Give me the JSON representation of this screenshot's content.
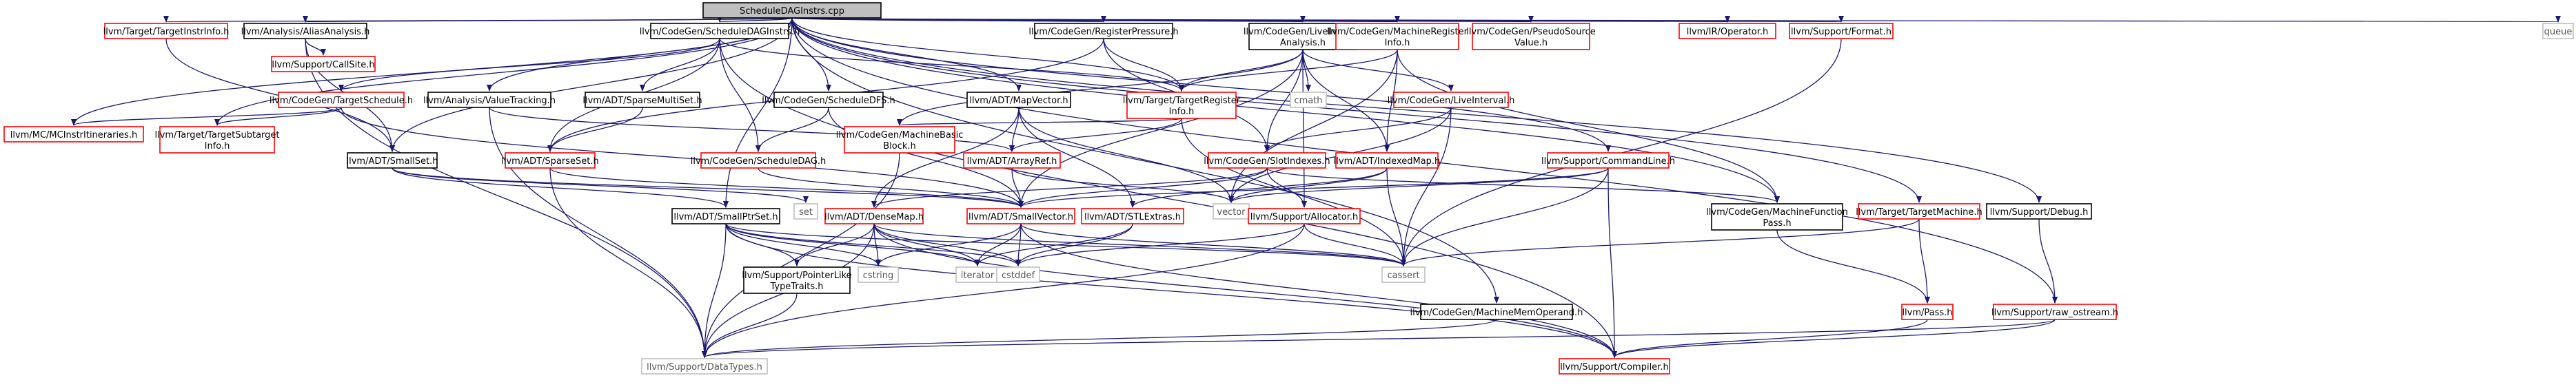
{
  "colors": {
    "edge": "#191970",
    "node_border_default": "#000000",
    "node_border_documented": "#000000",
    "node_border_undocumented": "#ff0000",
    "node_border_external": "#bfbfbf",
    "root_fill": "#bfbfbf",
    "node_fill": "#ffffff",
    "text_default": "#000000",
    "text_external": "#555555"
  },
  "nodes": {
    "root": {
      "lines": [
        "ScheduleDAGInstrs.cpp"
      ],
      "style": "root"
    },
    "target_instrinfo": {
      "lines": [
        "llvm/Target/TargetInstrInfo.h"
      ],
      "style": "red"
    },
    "alias_analysis": {
      "lines": [
        "llvm/Analysis/AliasAnalysis.h"
      ],
      "style": "black"
    },
    "callsite": {
      "lines": [
        "llvm/Support/CallSite.h"
      ],
      "style": "red"
    },
    "sched_dag_instrs_h": {
      "lines": [
        "llvm/CodeGen/ScheduleDAGInstrs.h"
      ],
      "style": "black"
    },
    "target_schedule": {
      "lines": [
        "llvm/CodeGen/TargetSchedule.h"
      ],
      "style": "red"
    },
    "value_tracking": {
      "lines": [
        "llvm/Analysis/ValueTracking.h"
      ],
      "style": "black"
    },
    "sparse_multiset": {
      "lines": [
        "llvm/ADT/SparseMultiSet.h"
      ],
      "style": "black"
    },
    "register_pressure": {
      "lines": [
        "llvm/CodeGen/RegisterPressure.h"
      ],
      "style": "black"
    },
    "schedule_dfs": {
      "lines": [
        "llvm/CodeGen/ScheduleDFS.h"
      ],
      "style": "black"
    },
    "live_interval_analysis": {
      "lines": [
        "llvm/CodeGen/LiveInterval",
        "Analysis.h"
      ],
      "style": "black"
    },
    "map_vector": {
      "lines": [
        "llvm/ADT/MapVector.h"
      ],
      "style": "black"
    },
    "target_register_info": {
      "lines": [
        "llvm/Target/TargetRegister",
        "Info.h"
      ],
      "style": "red"
    },
    "cmath": {
      "lines": [
        "cmath"
      ],
      "style": "external"
    },
    "machine_register_info": {
      "lines": [
        "llvm/CodeGen/MachineRegister",
        "Info.h"
      ],
      "style": "red"
    },
    "pseudo_source_value": {
      "lines": [
        "llvm/CodeGen/PseudoSource",
        "Value.h"
      ],
      "style": "red"
    },
    "ir_operator": {
      "lines": [
        "llvm/IR/Operator.h"
      ],
      "style": "red"
    },
    "support_format": {
      "lines": [
        "llvm/Support/Format.h"
      ],
      "style": "red"
    },
    "queue": {
      "lines": [
        "queue"
      ],
      "style": "external"
    },
    "mc_instr_itineraries": {
      "lines": [
        "llvm/MC/MCInstrItineraries.h"
      ],
      "style": "red"
    },
    "target_subtarget_info": {
      "lines": [
        "llvm/Target/TargetSubtarget",
        "Info.h"
      ],
      "style": "red"
    },
    "small_set": {
      "lines": [
        "llvm/ADT/SmallSet.h"
      ],
      "style": "black"
    },
    "sparse_set": {
      "lines": [
        "llvm/ADT/SparseSet.h"
      ],
      "style": "red"
    },
    "schedule_dag": {
      "lines": [
        "llvm/CodeGen/ScheduleDAG.h"
      ],
      "style": "red"
    },
    "machine_basic_block": {
      "lines": [
        "llvm/CodeGen/MachineBasic",
        "Block.h"
      ],
      "style": "red"
    },
    "array_ref": {
      "lines": [
        "llvm/ADT/ArrayRef.h"
      ],
      "style": "red"
    },
    "live_interval": {
      "lines": [
        "llvm/CodeGen/LiveInterval.h"
      ],
      "style": "red"
    },
    "slot_indexes": {
      "lines": [
        "llvm/CodeGen/SlotIndexes.h"
      ],
      "style": "red"
    },
    "indexed_map": {
      "lines": [
        "llvm/ADT/IndexedMap.h"
      ],
      "style": "red"
    },
    "command_line": {
      "lines": [
        "llvm/Support/CommandLine.h"
      ],
      "style": "red"
    },
    "set": {
      "lines": [
        "set"
      ],
      "style": "external"
    },
    "vector": {
      "lines": [
        "vector"
      ],
      "style": "external"
    },
    "small_ptr_set": {
      "lines": [
        "llvm/ADT/SmallPtrSet.h"
      ],
      "style": "black"
    },
    "dense_map": {
      "lines": [
        "llvm/ADT/DenseMap.h"
      ],
      "style": "red"
    },
    "small_vector": {
      "lines": [
        "llvm/ADT/SmallVector.h"
      ],
      "style": "red"
    },
    "stl_extras": {
      "lines": [
        "llvm/ADT/STLExtras.h"
      ],
      "style": "red"
    },
    "support_allocator": {
      "lines": [
        "llvm/Support/Allocator.h"
      ],
      "style": "red"
    },
    "machine_function_pass": {
      "lines": [
        "llvm/CodeGen/MachineFunction",
        "Pass.h"
      ],
      "style": "black"
    },
    "target_machine": {
      "lines": [
        "llvm/Target/TargetMachine.h"
      ],
      "style": "red"
    },
    "support_debug": {
      "lines": [
        "llvm/Support/Debug.h"
      ],
      "style": "black"
    },
    "pointer_like_type_traits": {
      "lines": [
        "llvm/Support/PointerLike",
        "TypeTraits.h"
      ],
      "style": "black"
    },
    "cstring": {
      "lines": [
        "cstring"
      ],
      "style": "external"
    },
    "iterator": {
      "lines": [
        "iterator"
      ],
      "style": "external"
    },
    "cstddef": {
      "lines": [
        "cstddef"
      ],
      "style": "external"
    },
    "cassert": {
      "lines": [
        "cassert"
      ],
      "style": "external"
    },
    "machine_mem_operand": {
      "lines": [
        "llvm/CodeGen/MachineMemOperand.h"
      ],
      "style": "black"
    },
    "pass": {
      "lines": [
        "llvm/Pass.h"
      ],
      "style": "red"
    },
    "raw_ostream": {
      "lines": [
        "llvm/Support/raw_ostream.h"
      ],
      "style": "red"
    },
    "data_types": {
      "lines": [
        "llvm/Support/DataTypes.h"
      ],
      "style": "external"
    },
    "compiler": {
      "lines": [
        "llvm/Support/Compiler.h"
      ],
      "style": "red"
    }
  },
  "edges": [
    [
      "root",
      "target_instrinfo"
    ],
    [
      "root",
      "alias_analysis"
    ],
    [
      "root",
      "sched_dag_instrs_h"
    ],
    [
      "root",
      "value_tracking"
    ],
    [
      "root",
      "register_pressure"
    ],
    [
      "root",
      "schedule_dfs"
    ],
    [
      "root",
      "live_interval_analysis"
    ],
    [
      "root",
      "map_vector"
    ],
    [
      "root",
      "target_register_info"
    ],
    [
      "root",
      "machine_register_info"
    ],
    [
      "root",
      "pseudo_source_value"
    ],
    [
      "root",
      "ir_operator"
    ],
    [
      "root",
      "support_format"
    ],
    [
      "root",
      "queue"
    ],
    [
      "root",
      "mc_instr_itineraries"
    ],
    [
      "root",
      "target_subtarget_info"
    ],
    [
      "root",
      "small_set"
    ],
    [
      "root",
      "small_ptr_set"
    ],
    [
      "root",
      "command_line"
    ],
    [
      "root",
      "machine_function_pass"
    ],
    [
      "root",
      "target_machine"
    ],
    [
      "root",
      "support_debug"
    ],
    [
      "root",
      "raw_ostream"
    ],
    [
      "root",
      "machine_mem_operand"
    ],
    [
      "alias_analysis",
      "callsite"
    ],
    [
      "alias_analysis",
      "small_set"
    ],
    [
      "alias_analysis",
      "data_types"
    ],
    [
      "target_instrinfo",
      "small_set"
    ],
    [
      "sched_dag_instrs_h",
      "target_schedule"
    ],
    [
      "sched_dag_instrs_h",
      "sparse_multiset"
    ],
    [
      "sched_dag_instrs_h",
      "sparse_set"
    ],
    [
      "sched_dag_instrs_h",
      "schedule_dag"
    ],
    [
      "sched_dag_instrs_h",
      "target_register_info"
    ],
    [
      "sched_dag_instrs_h",
      "compiler"
    ],
    [
      "target_schedule",
      "mc_instr_itineraries"
    ],
    [
      "target_schedule",
      "target_subtarget_info"
    ],
    [
      "target_schedule",
      "small_vector"
    ],
    [
      "value_tracking",
      "array_ref"
    ],
    [
      "value_tracking",
      "data_types"
    ],
    [
      "sparse_multiset",
      "sparse_set"
    ],
    [
      "register_pressure",
      "sparse_set"
    ],
    [
      "register_pressure",
      "target_register_info"
    ],
    [
      "register_pressure",
      "slot_indexes"
    ],
    [
      "schedule_dfs",
      "schedule_dag"
    ],
    [
      "schedule_dfs",
      "bit_vector_placeholder"
    ],
    [
      "schedule_dfs",
      "small_vector"
    ],
    [
      "live_interval_analysis",
      "target_register_info"
    ],
    [
      "live_interval_analysis",
      "cmath"
    ],
    [
      "live_interval_analysis",
      "live_interval"
    ],
    [
      "live_interval_analysis",
      "indexed_map"
    ],
    [
      "live_interval_analysis",
      "slot_indexes"
    ],
    [
      "live_interval_analysis",
      "machine_basic_block"
    ],
    [
      "live_interval_analysis",
      "support_allocator"
    ],
    [
      "live_interval_analysis",
      "small_vector"
    ],
    [
      "map_vector",
      "array_ref"
    ],
    [
      "map_vector",
      "dense_map"
    ],
    [
      "map_vector",
      "stl_extras"
    ],
    [
      "map_vector",
      "vector"
    ],
    [
      "target_register_info",
      "array_ref"
    ],
    [
      "target_register_info",
      "machine_basic_block"
    ],
    [
      "target_register_info",
      "cassert"
    ],
    [
      "machine_register_info",
      "target_register_info"
    ],
    [
      "machine_register_info",
      "indexed_map"
    ],
    [
      "machine_register_info",
      "vector"
    ],
    [
      "machine_register_info",
      "machine_function_pass"
    ],
    [
      "support_format",
      "cassert"
    ],
    [
      "small_set",
      "small_ptr_set"
    ],
    [
      "small_set",
      "small_vector"
    ],
    [
      "small_set",
      "set"
    ],
    [
      "sparse_set",
      "small_vector"
    ],
    [
      "sparse_set",
      "data_types"
    ],
    [
      "schedule_dag",
      "small_vector"
    ],
    [
      "machine_basic_block",
      "data_types"
    ],
    [
      "array_ref",
      "small_vector"
    ],
    [
      "array_ref",
      "vector"
    ],
    [
      "live_interval",
      "slot_indexes"
    ],
    [
      "live_interval",
      "cassert"
    ],
    [
      "live_interval",
      "vector"
    ],
    [
      "slot_indexes",
      "dense_map"
    ],
    [
      "slot_indexes",
      "small_vector"
    ],
    [
      "slot_indexes",
      "support_allocator"
    ],
    [
      "slot_indexes",
      "machine_function_pass"
    ],
    [
      "indexed_map",
      "stl_extras"
    ],
    [
      "indexed_map",
      "cassert"
    ],
    [
      "indexed_map",
      "vector"
    ],
    [
      "command_line",
      "small_vector"
    ],
    [
      "command_line",
      "cassert"
    ],
    [
      "command_line",
      "compiler"
    ],
    [
      "command_line",
      "vector"
    ],
    [
      "small_ptr_set",
      "pointer_like_type_traits"
    ],
    [
      "small_ptr_set",
      "cstring"
    ],
    [
      "small_ptr_set",
      "iterator"
    ],
    [
      "small_ptr_set",
      "cstddef"
    ],
    [
      "small_ptr_set",
      "cassert"
    ],
    [
      "small_ptr_set",
      "compiler"
    ],
    [
      "small_ptr_set",
      "data_types"
    ],
    [
      "dense_map",
      "pointer_like_type_traits"
    ],
    [
      "dense_map",
      "iterator"
    ],
    [
      "dense_map",
      "cstring"
    ],
    [
      "dense_map",
      "cassert"
    ],
    [
      "dense_map",
      "cstddef"
    ],
    [
      "dense_map",
      "compiler"
    ],
    [
      "dense_map",
      "data_types"
    ],
    [
      "small_vector",
      "cstring"
    ],
    [
      "small_vector",
      "iterator"
    ],
    [
      "small_vector",
      "cstddef"
    ],
    [
      "small_vector",
      "cassert"
    ],
    [
      "small_vector",
      "compiler"
    ],
    [
      "stl_extras",
      "cstddef"
    ],
    [
      "stl_extras",
      "iterator"
    ],
    [
      "support_allocator",
      "cstddef"
    ],
    [
      "support_allocator",
      "cassert"
    ],
    [
      "support_allocator",
      "data_types"
    ],
    [
      "pointer_like_type_traits",
      "data_types"
    ],
    [
      "machine_function_pass",
      "pass"
    ],
    [
      "target_machine",
      "pass"
    ],
    [
      "target_machine",
      "cassert"
    ],
    [
      "support_debug",
      "raw_ostream"
    ],
    [
      "raw_ostream",
      "compiler"
    ],
    [
      "raw_ostream",
      "data_types"
    ],
    [
      "pass",
      "compiler"
    ],
    [
      "machine_mem_operand",
      "data_types"
    ]
  ]
}
